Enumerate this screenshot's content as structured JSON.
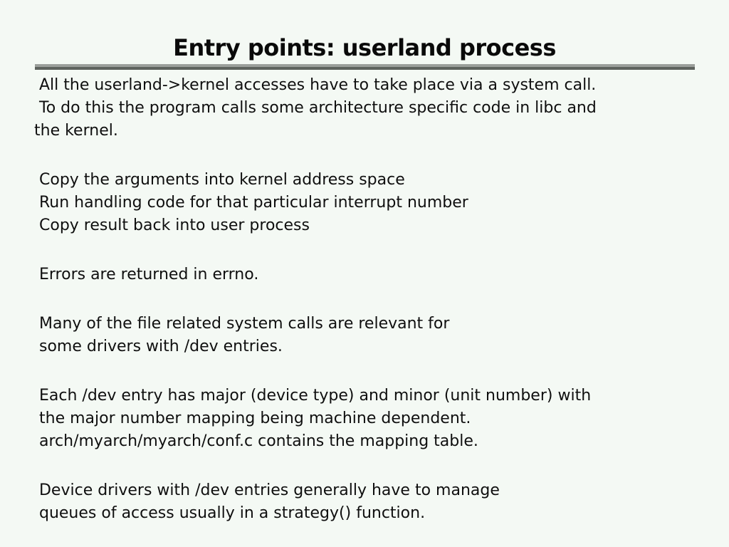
{
  "slide": {
    "title": "Entry points: userland process",
    "background_color": "#f4f9f4",
    "text_color": "#0f0f0f",
    "divider": {
      "top_color": "#9b9f9b",
      "bottom_color": "#5e635e"
    },
    "paragraphs": [
      {
        "lines": [
          " All the userland->kernel accesses have to take place via a system call.",
          " To do this the program calls some architecture specific code in libc and",
          "the kernel."
        ]
      },
      {
        "lines": [
          " Copy the arguments into kernel address space",
          " Run handling code for that particular interrupt number",
          " Copy result back into user process"
        ]
      },
      {
        "lines": [
          " Errors are returned in errno."
        ]
      },
      {
        "lines": [
          " Many of the file related system calls are relevant for",
          " some drivers with /dev entries."
        ]
      },
      {
        "lines": [
          " Each /dev entry has major (device type) and minor (unit number) with",
          " the major number mapping being machine dependent.",
          " arch/myarch/myarch/conf.c contains the mapping table."
        ]
      },
      {
        "lines": [
          " Device drivers with /dev entries generally have to manage",
          " queues of access usually in a strategy() function."
        ]
      }
    ]
  }
}
